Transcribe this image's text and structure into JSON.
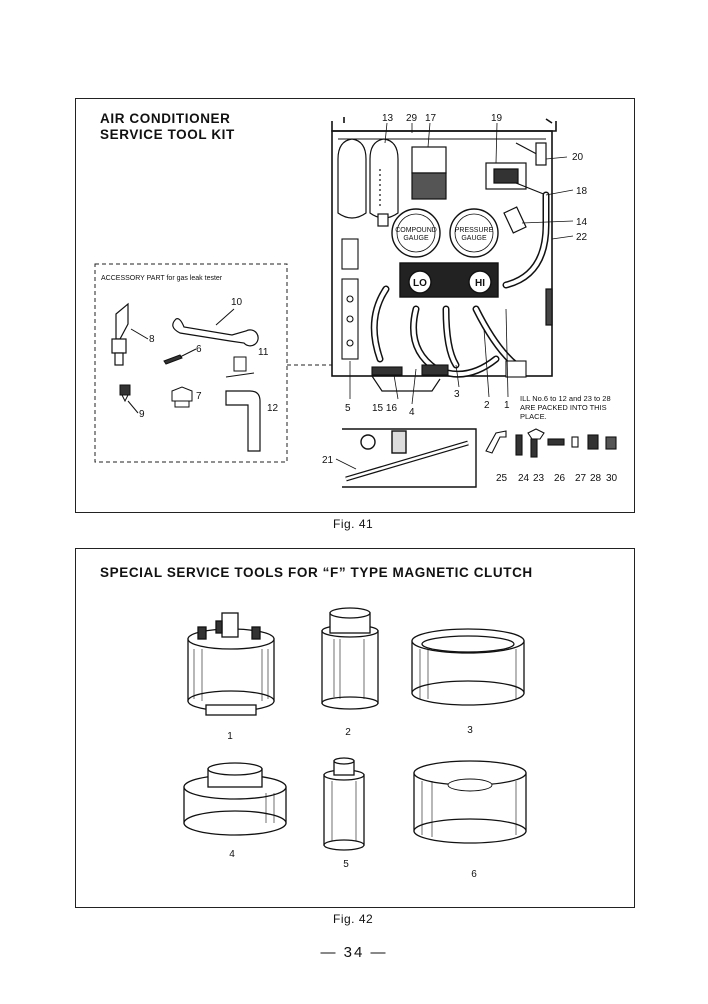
{
  "fig41": {
    "title_line1": "AIR CONDITIONER",
    "title_line2": "SERVICE TOOL KIT",
    "accessory_label": "ACCESSORY PART for gas leak tester",
    "gauge_compound": [
      "COMPOUND",
      "GAUGE"
    ],
    "gauge_pressure": [
      "PRESSURE",
      "GAUGE"
    ],
    "valve_lo": "LO",
    "valve_hi": "HI",
    "note_lines": [
      "ILL No.6 to 12 and 23 to 28",
      "ARE PACKED INTO THIS",
      "PLACE."
    ],
    "callouts": {
      "n1": "1",
      "n2": "2",
      "n3": "3",
      "n4": "4",
      "n5": "5",
      "n6": "6",
      "n7": "7",
      "n8": "8",
      "n9": "9",
      "n10": "10",
      "n11": "11",
      "n12": "12",
      "n13": "13",
      "n14": "14",
      "n1516": "15 16",
      "n17": "17",
      "n18": "18",
      "n19": "19",
      "n20": "20",
      "n21": "21",
      "n22": "22",
      "n23": "23",
      "n24": "24",
      "n25": "25",
      "n26": "26",
      "n27": "27",
      "n28": "28",
      "n29": "29",
      "n30": "30"
    },
    "caption": "Fig. 41"
  },
  "fig42": {
    "title": "SPECIAL SERVICE TOOLS FOR “F” TYPE MAGNETIC CLUTCH",
    "item_labels": [
      "1",
      "2",
      "3",
      "4",
      "5",
      "6"
    ],
    "caption": "Fig. 42"
  },
  "page_number": "— 34 —"
}
